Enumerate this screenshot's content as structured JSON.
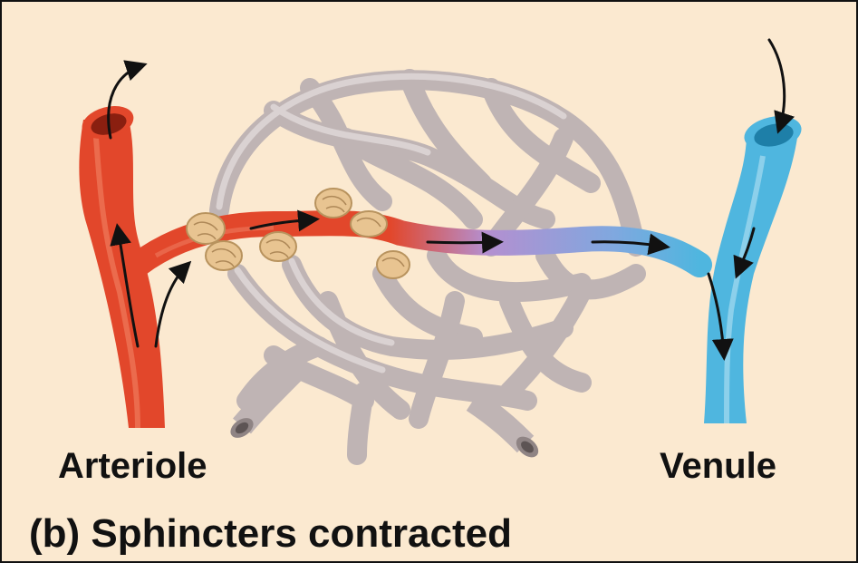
{
  "diagram": {
    "labels": {
      "arteriole": "Arteriole",
      "venule": "Venule",
      "caption": "(b) Sphincters contracted"
    },
    "colors": {
      "background": "#fbe9d0",
      "arteriole": "#e2472b",
      "venule": "#4fb6df",
      "capillary": "#cfc6c6",
      "sphincter": "#e8c491",
      "arrow": "#111111"
    }
  }
}
